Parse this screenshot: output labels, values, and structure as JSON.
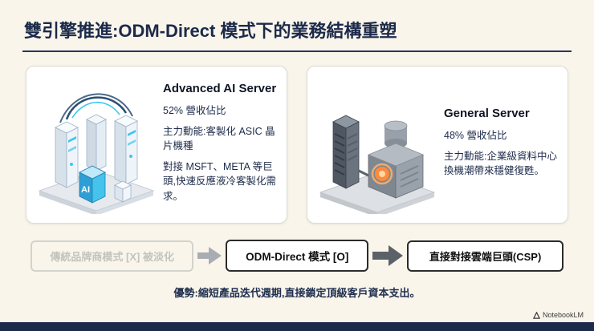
{
  "title": "雙引擎推進:ODM-Direct 模式下的業務結構重塑",
  "cards": [
    {
      "heading": "Advanced AI Server",
      "share": "52% 營收佔比",
      "driver": "主力動能:客製化 ASIC 晶片機種",
      "detail": "對接 MSFT、META 等巨頭,快速反應液冷客製化需求。"
    },
    {
      "heading": "General Server",
      "share": "48% 營收佔比",
      "driver": "主力動能:企業級資料中心換機潮帶來穩健復甦。"
    }
  ],
  "flow": {
    "deprecated": "傳統品牌商模式 [X] 被淡化",
    "current": "ODM-Direct 模式 [O]",
    "target": "直接對接雲端巨頭(CSP)"
  },
  "advantage": "優勢:縮短產品迭代週期,直接鎖定頂級客戶資本支出。",
  "illustrations": {
    "ai_chip_label": "AI"
  },
  "watermark": "NotebookLM",
  "colors": {
    "background": "#f9f5eb",
    "title_navy": "#1c2a4a",
    "accent_cyan": "#3ec6ef",
    "glow_orange": "#ff8a3d",
    "bottom_bar": "#1d2b4a",
    "muted_gray": "#c3c3bd"
  }
}
